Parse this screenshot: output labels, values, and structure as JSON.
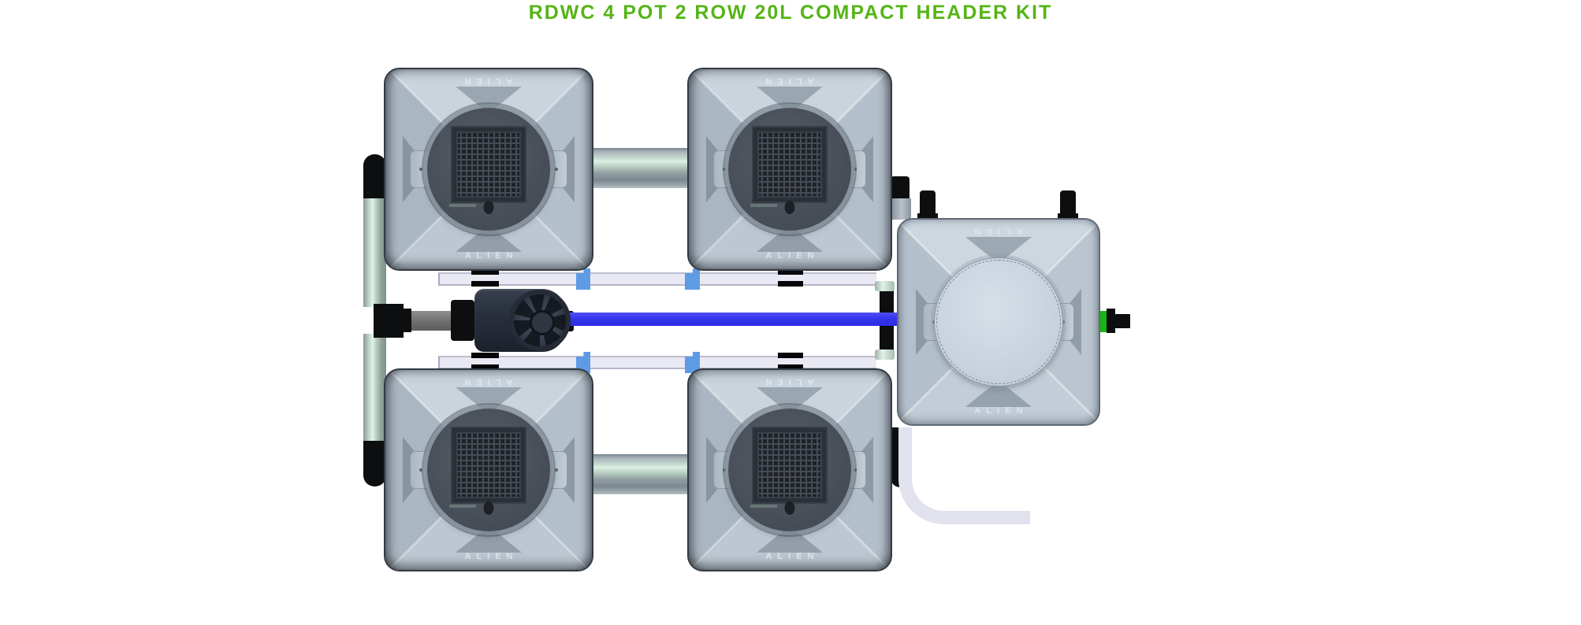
{
  "title": "RDWC 4 POT 2 ROW 20L COMPACT HEADER KIT",
  "brand_label": "ALIEN",
  "kit_summary": {
    "pots": 4,
    "rows": 2,
    "pot_volume": "20L",
    "system": "RDWC",
    "header": "compact header kit"
  },
  "colors": {
    "title_green": "#55b416",
    "pipe_blue": "#3b3bf0",
    "pipe_mint_highlight": "#d9efe3",
    "pipe_white": "#e9e9f4",
    "clip_blue": "#5f9be4",
    "valve_green": "#17b711",
    "pot_body": "#b8c4ce",
    "pot_lid_dark": "#4a505a",
    "tank_lid_light": "#cbd6e0",
    "hose_white": "#e2e2ee",
    "fitting_black": "#0c0e10"
  }
}
